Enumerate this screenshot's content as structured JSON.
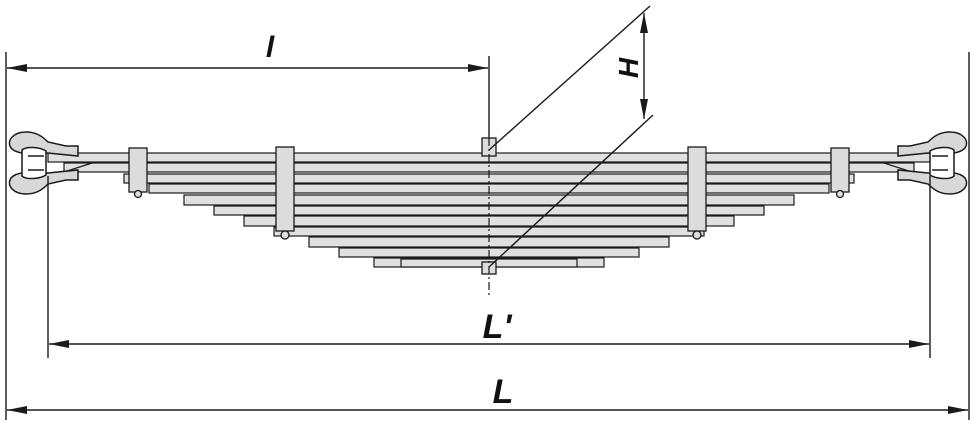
{
  "labels": {
    "half_length": "l",
    "height": "H",
    "eye_to_eye": "L'",
    "overall": "L"
  },
  "colors": {
    "stroke": "#1a1a1a",
    "leaf_fill": "#e0e0e0",
    "clamp_fill": "#dcdcdc",
    "eye_fill": "#d8d8d8",
    "background": "#ffffff"
  },
  "spring": {
    "leaf_count": 12,
    "clamps": 4
  }
}
